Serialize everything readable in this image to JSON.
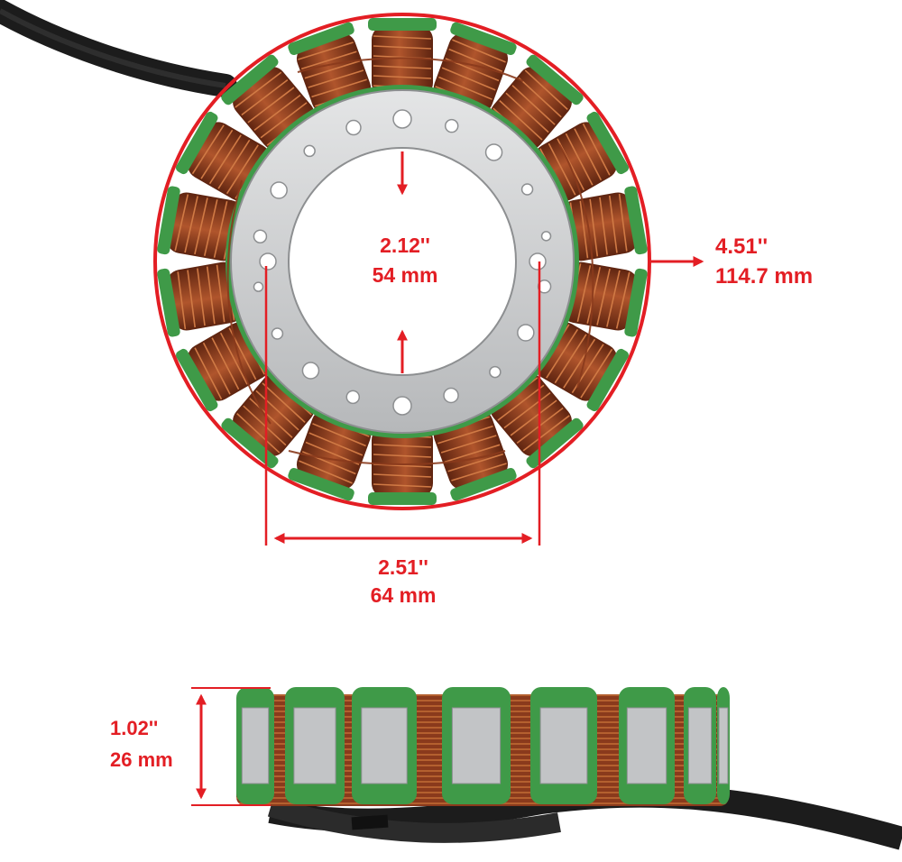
{
  "image": {
    "subject": "motorcycle stator with copper coil windings",
    "accent_color": "#e31e24",
    "coil_color": "#8a3a1c",
    "insulator_color": "#3f9a48",
    "core_color": "#c9cbcd",
    "wire_color": "#222222"
  },
  "dimensions": {
    "inner_diameter": {
      "inch": "2.12''",
      "mm": "54 mm"
    },
    "outer_diameter": {
      "inch": "4.51''",
      "mm": "114.7 mm"
    },
    "mount_hole_span": {
      "inch": "2.51''",
      "mm": "64 mm"
    },
    "height": {
      "inch": "1.02''",
      "mm": "26 mm"
    }
  }
}
